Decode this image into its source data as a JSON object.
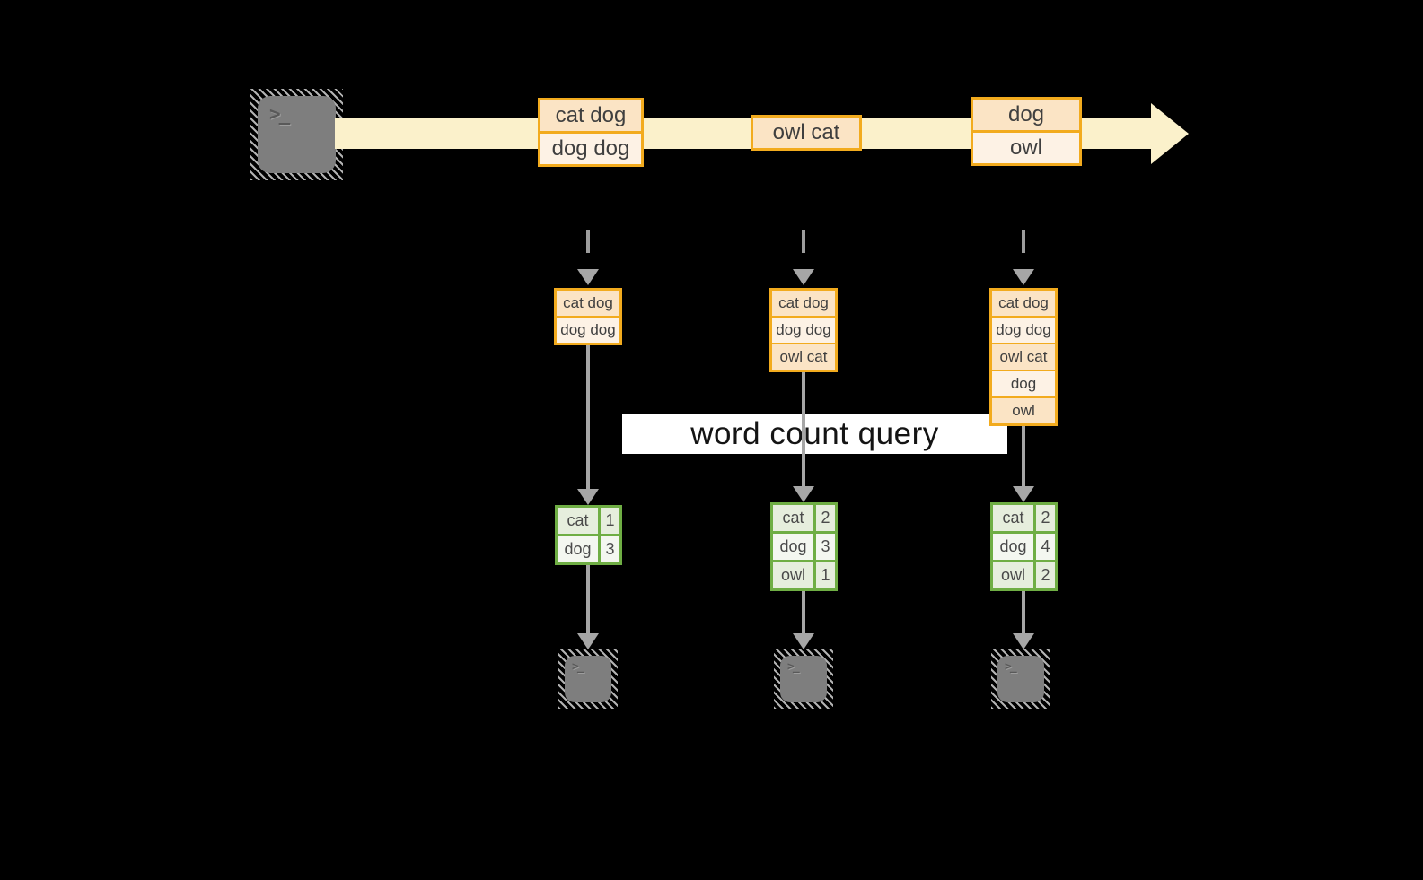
{
  "title": {
    "label": "word count query"
  },
  "icons": {
    "terminal_prompt": ">_"
  },
  "stream": {
    "source_icon": "terminal",
    "batches": [
      {
        "items": [
          "cat dog",
          "dog dog"
        ]
      },
      {
        "items": [
          "owl cat"
        ]
      },
      {
        "items": [
          "dog",
          "owl"
        ]
      }
    ]
  },
  "columns": [
    {
      "state_rows": [
        "cat dog",
        "dog dog"
      ],
      "count_table": {
        "rows": [
          {
            "word": "cat",
            "count": "1"
          },
          {
            "word": "dog",
            "count": "3"
          }
        ]
      },
      "sink_icon": "terminal"
    },
    {
      "state_rows": [
        "cat dog",
        "dog dog",
        "owl cat"
      ],
      "count_table": {
        "rows": [
          {
            "word": "cat",
            "count": "2"
          },
          {
            "word": "dog",
            "count": "3"
          },
          {
            "word": "owl",
            "count": "1"
          }
        ]
      },
      "sink_icon": "terminal"
    },
    {
      "state_rows": [
        "cat dog",
        "dog dog",
        "owl cat",
        "dog",
        "owl"
      ],
      "count_table": {
        "rows": [
          {
            "word": "cat",
            "count": "2"
          },
          {
            "word": "dog",
            "count": "4"
          },
          {
            "word": "owl",
            "count": "2"
          }
        ]
      },
      "sink_icon": "terminal"
    }
  ],
  "colors": {
    "background": "#000000",
    "stream_band": "#FBF1CB",
    "box_border_orange": "#F2AB1E",
    "row_fill_dark": "#FBE4C5",
    "row_fill_light": "#FDF2E5",
    "table_border_green": "#6FAE44",
    "table_fill_a": "#E6EEDD",
    "table_fill_b": "#F4F7F0",
    "arrow_gray": "#A6A6A6",
    "terminal_gray": "#7E7E7E",
    "label_bg": "#FFFFFF",
    "text_dark": "#3F3F3F"
  }
}
